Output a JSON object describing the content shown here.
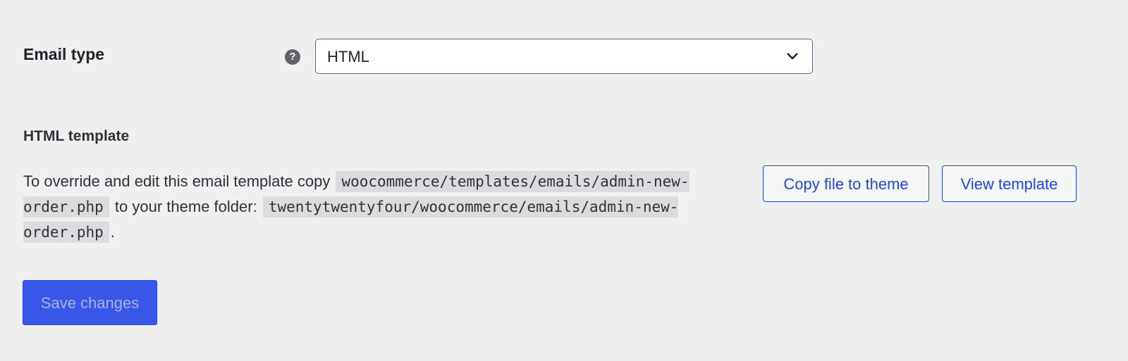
{
  "email_type": {
    "label": "Email type",
    "help_icon": "?",
    "selected": "HTML"
  },
  "html_template": {
    "heading": "HTML template",
    "desc_part1": "To override and edit this email template copy",
    "source_path": "woocommerce/templates/emails/admin-new-order.php",
    "desc_part2": "to your theme folder:",
    "theme_path": "twentytwentyfour/woocommerce/emails/admin-new-order.php",
    "desc_part3": ".",
    "copy_button": "Copy file to theme",
    "view_button": "View template"
  },
  "save_button": "Save changes",
  "colors": {
    "accent": "#2145e6",
    "save_bg": "#3858e9",
    "background": "#f0f0f1"
  }
}
